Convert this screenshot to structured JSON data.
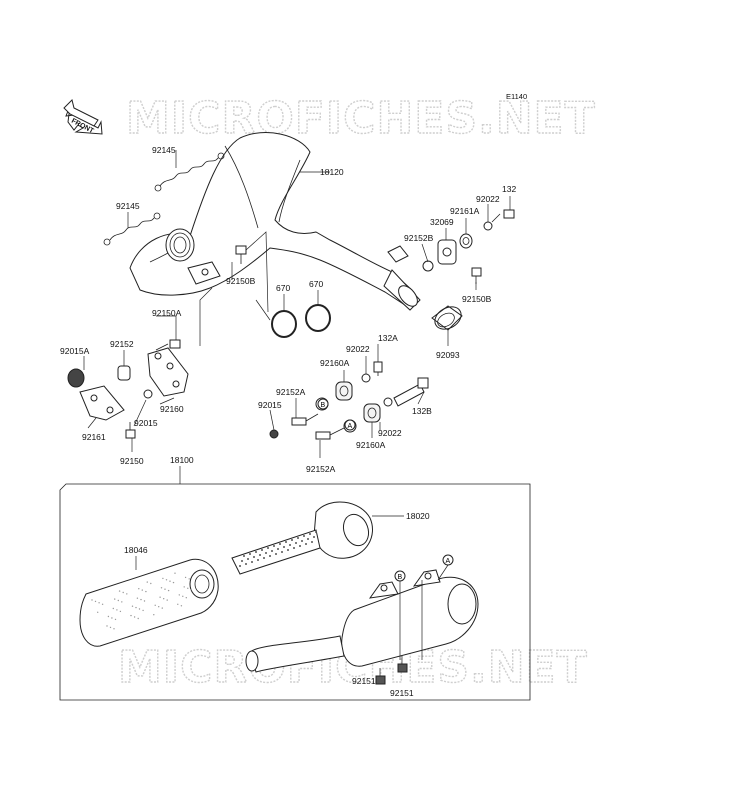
{
  "diagram_code": "E1140",
  "front_label": "FRONT",
  "watermark": "MICROFICHES.NET",
  "parts": {
    "p92145a": "92145",
    "p92145b": "92145",
    "p18120": "18120",
    "p92150b_left": "92150B",
    "p670a": "670",
    "p670b": "670",
    "p92150a": "92150A",
    "p92015a": "92015A",
    "p92152": "92152",
    "p92160": "92160",
    "p92015_left": "92015",
    "p92161": "92161",
    "p92150": "92150",
    "p132": "132",
    "p92022_top": "92022",
    "p92161a": "92161A",
    "p32069": "32069",
    "p92152b": "92152B",
    "p92150b_right": "92150B",
    "p92093": "92093",
    "p132a": "132A",
    "p92022_mid": "92022",
    "p92160a_top": "92160A",
    "p92152a_top": "92152A",
    "p92015_mid": "92015",
    "p132b": "132B",
    "p92022_low": "92022",
    "p92160a_low": "92160A",
    "p92152a_low": "92152A",
    "p18100": "18100",
    "p18020": "18020",
    "p18046": "18046",
    "p92151a": "92151",
    "p92151b": "92151"
  },
  "callouts": {
    "A_mid": "A",
    "B_mid": "B",
    "B_low": "B",
    "A_low": "A"
  }
}
